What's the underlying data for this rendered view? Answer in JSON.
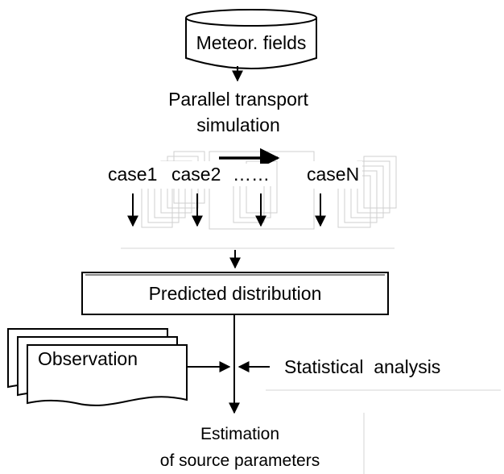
{
  "diagram": {
    "database": {
      "label": "Meteor. fields"
    },
    "simulation": {
      "line1": "Parallel transport",
      "line2": "simulation"
    },
    "cases": {
      "case1": "case1",
      "case2": "case2",
      "ellipsis": "……",
      "caseN": "caseN"
    },
    "prediction": {
      "label": "Predicted distribution"
    },
    "observation": {
      "label": "Observation"
    },
    "analysis": {
      "label": "Statistical  analysis"
    },
    "estimation": {
      "line1": "Estimation",
      "line2": "of source parameters"
    }
  }
}
